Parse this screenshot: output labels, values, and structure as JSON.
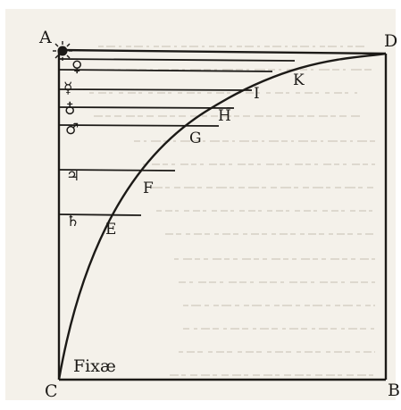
{
  "figure": {
    "corner_labels": {
      "top_left": "A",
      "top_right": "D",
      "bottom_left": "C",
      "bottom_right": "B"
    },
    "curve_labels": [
      "K",
      "I",
      "H",
      "G",
      "F",
      "E"
    ],
    "planet_symbols": [
      "♀",
      "☿",
      "♁",
      "♂",
      "♃",
      "♄"
    ],
    "bottom_caption": "Fixæ",
    "sun_icon": "sun-icon",
    "colors": {
      "paper": "#f4f1ea",
      "ink": "#1c1a17",
      "bleed_through": "#c9c3b8"
    }
  }
}
